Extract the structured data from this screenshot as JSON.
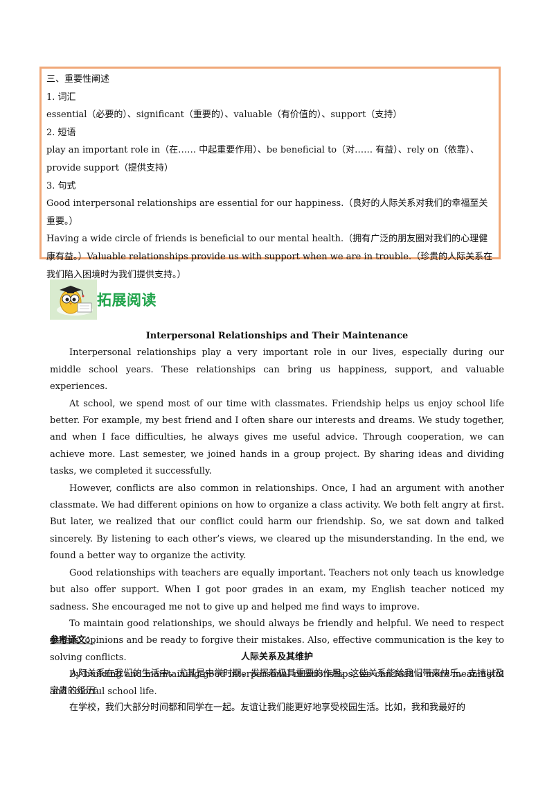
{
  "box": {
    "heading": "三、重要性阐述",
    "vocab_label": "1. 词汇",
    "vocab_text": "essential（必要的）、significant（重要的）、valuable（有价值的）、support（支持）",
    "phrase_label": "2. 短语",
    "phrase_text": "play an important role in（在…… 中起重要作用）、be beneficial to（对…… 有益）、rely on（依靠）、provide support（提供支持）",
    "sentence_label": "3. 句式",
    "sentence_1": "Good interpersonal relationships are essential for our happiness.（良好的人际关系对我们的幸福至关重要。）",
    "sentence_2": "Having a wide circle of friends is beneficial to our mental health.（拥有广泛的朋友圈对我们的心理健康有益。）Valuable relationships provide us with support when we are in trouble.（珍贵的人际关系在我们陷入困境时为我们提供支持。）"
  },
  "banner": {
    "title": "拓展阅读",
    "icon": "owl-scholar-icon"
  },
  "article": {
    "title": "Interpersonal Relationships and Their Maintenance",
    "paragraphs": [
      "Interpersonal relationships play a very important role in our lives, especially during our middle school years. These relationships can bring us happiness, support, and valuable experiences.",
      "At school, we spend most of our time with classmates. Friendship helps us enjoy school life better. For example, my best friend and I often share our interests and dreams. We study together, and when I face difficulties, he always gives me useful advice. Through cooperation, we can achieve more. Last semester, we joined hands in a group project. By sharing ideas and dividing tasks, we completed it successfully.",
      "However, conflicts are also common in relationships. Once, I had an argument with another classmate. We had different opinions on how to organize a class activity. We both felt angry at first. But later, we realized that our conflict could harm our friendship. So, we sat down and talked sincerely. By listening to each other’s views, we cleared up the misunderstanding. In the end, we found a better way to organize the activity.",
      "Good relationships with teachers are equally important. Teachers not only teach us knowledge but also offer support. When I got poor grades in an exam, my English teacher noticed my sadness. She encouraged me not to give up and helped me find ways to improve.",
      "To maintain good relationships, we should always be friendly and helpful. We need to respect others’ opinions and be ready to forgive their mistakes. Also, effective communication is the key to solving conflicts.",
      "By building and maintaining good interpersonal relationships, we can lead a more meaningful and colorful school life."
    ]
  },
  "reference": {
    "label": "参考译文：",
    "title": "人际关系及其维护",
    "paragraphs": [
      "人际关系在我们的生活中，尤其是中学时期，发挥着极其重要的作用。这些关系能给我们带来快乐、支持以及宝贵的经历。",
      "在学校，我们大部分时间都和同学在一起。友谊让我们能更好地享受校园生活。比如，我和我最好的"
    ]
  },
  "colors": {
    "box_border": "#f0a878",
    "banner_title": "#1fa34a",
    "mascot_bg": "#d9ebcf"
  }
}
